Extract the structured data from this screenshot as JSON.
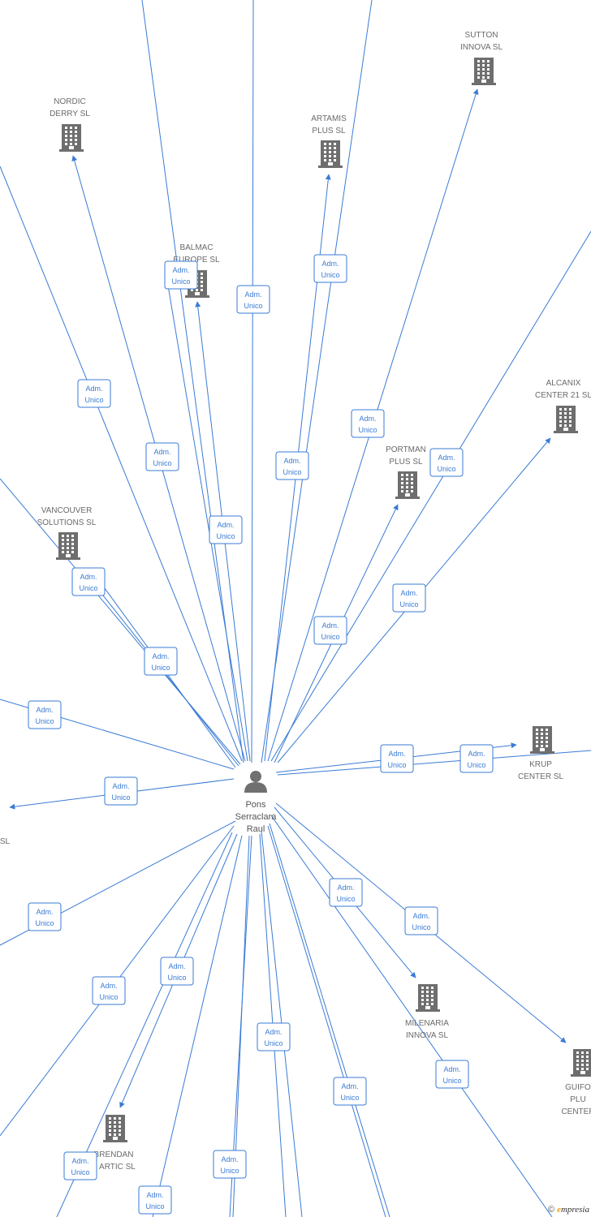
{
  "colors": {
    "edge": "#3a7bd5",
    "building": "#6e6e6e",
    "person": "#707070"
  },
  "person": {
    "name_lines": [
      "Pons",
      "Serraclara",
      "Raul"
    ]
  },
  "relationship_label_lines": [
    "Adm.",
    "Unico"
  ],
  "companies": [
    {
      "id": "sutton",
      "lines": [
        "SUTTON",
        "INNOVA SL"
      ]
    },
    {
      "id": "nordic",
      "lines": [
        "NORDIC",
        "DERRY  SL"
      ]
    },
    {
      "id": "artamis",
      "lines": [
        "ARTAMIS",
        "PLUS SL"
      ]
    },
    {
      "id": "balmac",
      "lines": [
        "BALMAC",
        "EUROPE SL"
      ]
    },
    {
      "id": "alcanix",
      "lines": [
        "ALCANIX",
        "CENTER 21 SL"
      ]
    },
    {
      "id": "portman",
      "lines": [
        "PORTMAN",
        "PLUS SL"
      ]
    },
    {
      "id": "vancouver",
      "lines": [
        "VANCOUVER",
        "SOLUTIONS  SL"
      ]
    },
    {
      "id": "krup",
      "lines": [
        "KRUP",
        "CENTER SL"
      ]
    },
    {
      "id": "milenaria",
      "lines": [
        "MILENARIA",
        "INNOVA SL"
      ]
    },
    {
      "id": "guifo",
      "lines": [
        "GUIFO",
        "PLU",
        "CENTER"
      ]
    },
    {
      "id": "brendan",
      "lines": [
        "BRENDAN",
        "E ARTIC  SL"
      ]
    },
    {
      "id": "partial_left",
      "lines": [
        "SL"
      ]
    }
  ],
  "copyright": {
    "symbol": "©",
    "brand_e": "e",
    "brand_rest": "mpresia"
  }
}
